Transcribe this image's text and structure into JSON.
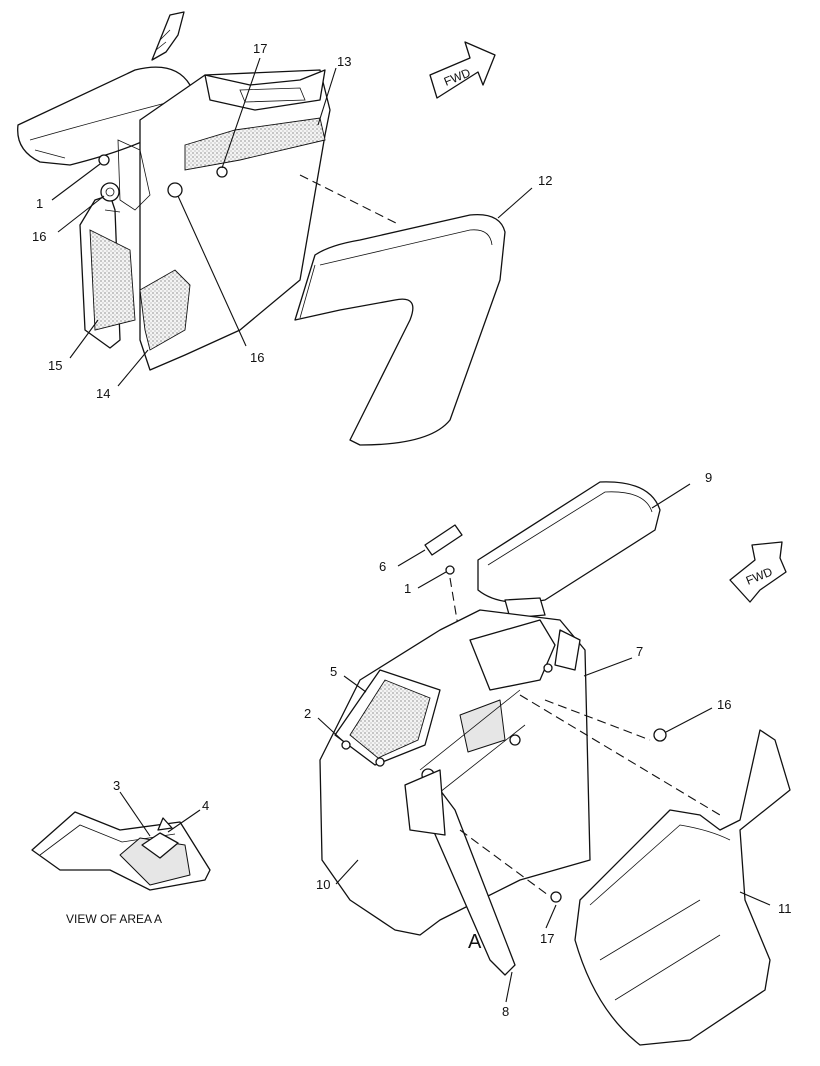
{
  "callouts": {
    "c1_top": "1",
    "c12": "12",
    "c13": "13",
    "c14": "14",
    "c15": "15",
    "c16_top_left": "16",
    "c16_top_mid": "16",
    "c17_top": "17",
    "c1_bot": "1",
    "c2": "2",
    "c3": "3",
    "c4": "4",
    "c5": "5",
    "c6": "6",
    "c7": "7",
    "c8": "8",
    "c9": "9",
    "c10": "10",
    "c11": "11",
    "c16_bot": "16",
    "c17_bot": "17",
    "area_a": "A"
  },
  "fwd_arrow_top": "FWD",
  "fwd_arrow_bottom": "FWD",
  "view_caption": "VIEW OF AREA  A"
}
